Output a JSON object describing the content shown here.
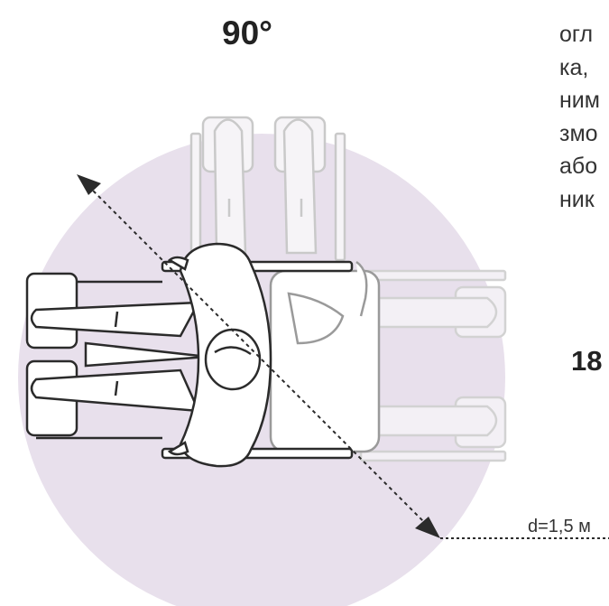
{
  "labels": {
    "angle_top": "90°",
    "angle_right": "18",
    "diameter": "d=1,5 м"
  },
  "side_text": [
    "огл",
    "ка,",
    "ним",
    "змо",
    "або",
    "ник"
  ],
  "colors": {
    "circle": "#e8e0ec",
    "outline": "#2b2b2b",
    "ghost": "#c9c9c9",
    "text": "#222222"
  }
}
